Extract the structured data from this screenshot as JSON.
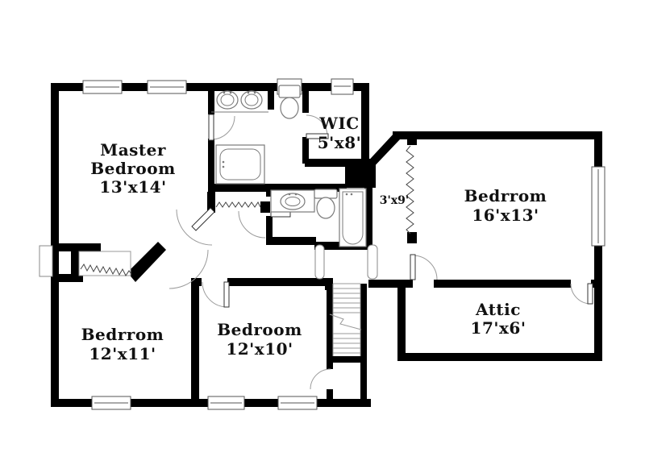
{
  "floorplan": {
    "rooms": {
      "master": {
        "line1": "Master",
        "line2": "Bedroom",
        "dims": "13'x14'"
      },
      "wic": {
        "name": "WIC",
        "dims": "5'x8'"
      },
      "right_closet": {
        "dims": "3'x9'"
      },
      "bedroom_right": {
        "name": "Bedrrom",
        "dims": "16'x13'"
      },
      "attic": {
        "name": "Attic",
        "dims": "17'x6'"
      },
      "bedroom_left": {
        "name": "Bedrrom",
        "dims": "12'x11'"
      },
      "bedroom_middle": {
        "name": "Bedroom",
        "dims": "12'x10'"
      }
    },
    "colors": {
      "wall": "#000000",
      "background": "#ffffff",
      "fixture_outline": "#7a7a7a",
      "door_arc": "#9a9a9a",
      "text": "#111111"
    }
  }
}
